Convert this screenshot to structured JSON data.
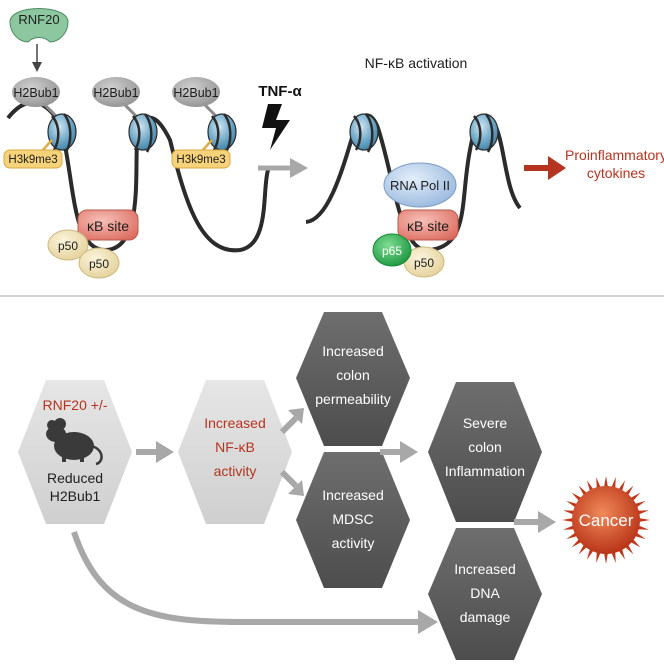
{
  "top_panel": {
    "rnf20_label": "RNF20",
    "h2bub1_labels": [
      "H2Bub1",
      "H2Bub1",
      "H2Bub1"
    ],
    "h3k9me3_labels": [
      "H3k9me3",
      "H3k9me3"
    ],
    "kb_site_left": "κB site",
    "p50_labels": [
      "p50",
      "p50"
    ],
    "tnf_label": "TNF-α",
    "activation_title": "NF-κB activation",
    "rna_pol_label": "RNA Pol II",
    "kb_site_right": "κB site",
    "p65_label": "p65",
    "p50_right_label": "p50",
    "cytokines_line1": "Proinflammatory",
    "cytokines_line2": "cytokines"
  },
  "bottom_panel": {
    "rnf20_mut": "RNF20 +/-",
    "reduced_line1": "Reduced",
    "reduced_line2": "H2Bub1",
    "increased_nfkb": [
      "Increased",
      "NF-κB",
      "activity"
    ],
    "colon_perm": [
      "Increased",
      "colon",
      "permeability"
    ],
    "mdsc": [
      "Increased",
      "MDSC",
      "activity"
    ],
    "inflammation": [
      "Severe",
      "colon",
      "Inflammation"
    ],
    "dna_damage": [
      "Increased",
      "DNA",
      "damage"
    ],
    "cancer": "Cancer"
  },
  "colors": {
    "red_text": "#b5341f",
    "arrow_grey": "#a8a8a8",
    "hex_dark": "#5a5a5a",
    "hex_light": "#dcdcdc",
    "nucleosome_blue": "#6fa8c8",
    "rnf20_green": "#8cc7a0",
    "kb_pink": "#e8857a",
    "p50_tan": "#eee0b0",
    "p65_green": "#22a84a",
    "rnapol_blue": "#a8c4e4",
    "h3k9_yellow": "#f6d27a",
    "cancer_red": "#c0391b"
  },
  "icons": [
    "mouse-icon",
    "lightning-icon",
    "cancer-burst-icon"
  ]
}
